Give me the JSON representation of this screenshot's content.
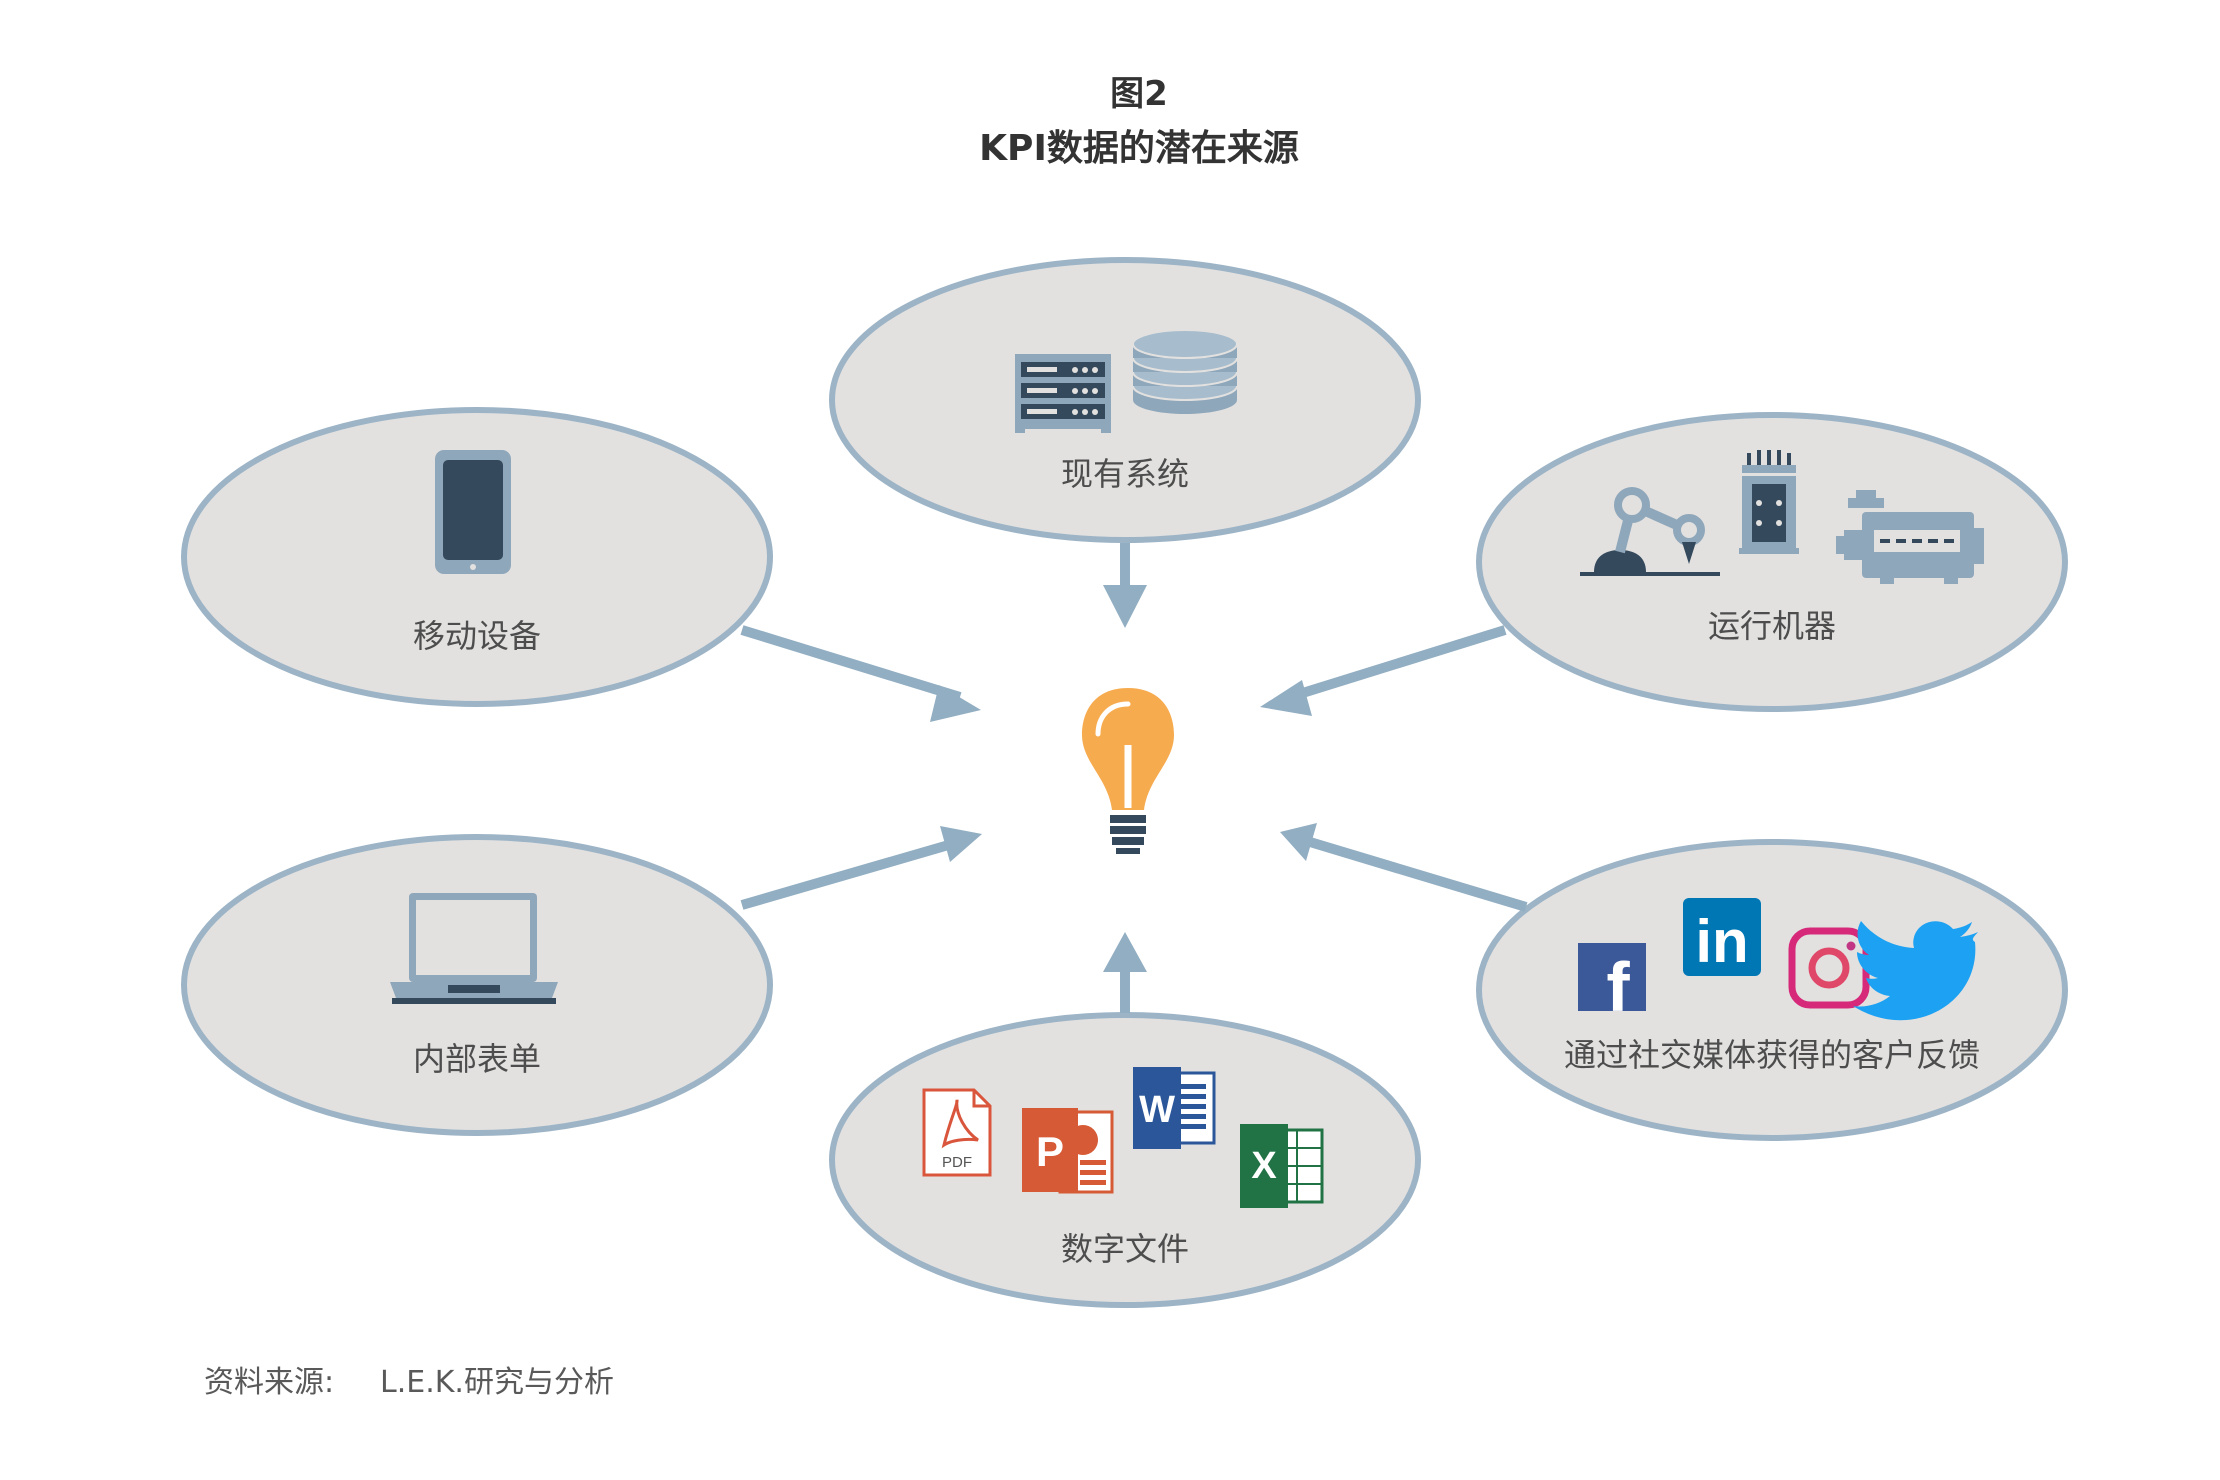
{
  "figure": {
    "number": "图2",
    "title": "KPI数据的潜在来源"
  },
  "nodes": {
    "existing_systems": {
      "label": "现有系统",
      "icons": [
        "server-rack-icon",
        "database-icon"
      ]
    },
    "mobile_devices": {
      "label": "移动设备",
      "icons": [
        "smartphone-icon"
      ]
    },
    "running_machines": {
      "label": "运行机器",
      "icons": [
        "robot-arm-icon",
        "transformer-icon",
        "engine-icon"
      ]
    },
    "internal_forms": {
      "label": "内部表单",
      "icons": [
        "laptop-icon"
      ]
    },
    "digital_files": {
      "label": "数字文件",
      "icons": [
        "pdf-icon",
        "powerpoint-icon",
        "word-icon",
        "excel-icon"
      ],
      "icon_letters": {
        "pdf": "PDF",
        "ppt": "P",
        "word": "W",
        "excel": "X"
      }
    },
    "social_feedback": {
      "label": "通过社交媒体获得的客户反馈",
      "icons": [
        "facebook-icon",
        "linkedin-icon",
        "instagram-icon",
        "twitter-icon"
      ],
      "icon_letters": {
        "facebook": "f",
        "linkedin": "in"
      }
    }
  },
  "center": {
    "icon": "lightbulb-icon"
  },
  "source": {
    "label": "资料来源:",
    "text": "L.E.K.研究与分析"
  },
  "colors": {
    "ellipse_fill": "#e2e1e0",
    "ellipse_stroke": "#9db4c6",
    "arrow": "#92aec2",
    "icon_dark": "#34495c",
    "icon_light": "#8fa7ba",
    "bulb": "#f7ab4f",
    "pdf": "#d9553b",
    "ppt": "#d65a35",
    "word": "#2b579a",
    "excel": "#217346",
    "facebook": "#3b5998",
    "linkedin": "#0077b5",
    "instagram": "#d6297a",
    "twitter": "#1da1f2"
  }
}
